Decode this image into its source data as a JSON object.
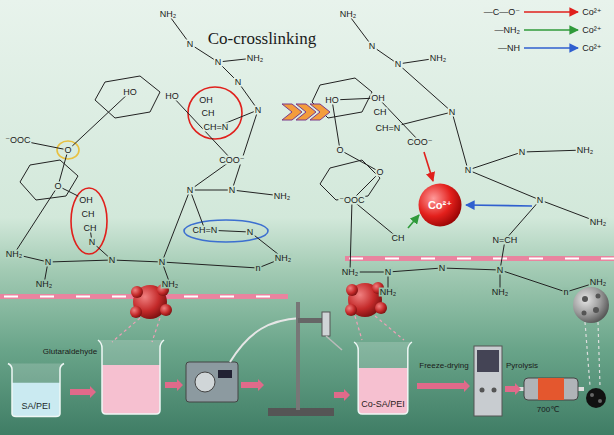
{
  "diagram": {
    "nodes": [
      {
        "text": [
          "Co²⁺"
        ]
      },
      {
        "text": [
          "SA/PEI"
        ]
      },
      {
        "text": [
          "Co-SA/PEI"
        ]
      }
    ],
    "labels": [
      "Co-crosslinking",
      "Co²⁺",
      "Co²⁺",
      "Co²⁺",
      "NH₂",
      "N",
      "N",
      "NH₂",
      "N",
      "HO",
      "HO",
      "OH",
      "CH",
      "CH=N",
      "N",
      "⁻OOC",
      "O",
      "COO⁻",
      "O",
      "OH",
      "CH",
      "CH",
      "N",
      "N",
      "N",
      "NH₂",
      "CH=N",
      "N",
      "NH₂",
      "N",
      "NH₂",
      "N",
      "N",
      "NH₂",
      "n",
      "NH₂",
      "NH₂",
      "N",
      "N",
      "NH₂",
      "HO",
      "OH",
      "CH",
      "CH=N",
      "N",
      "COO⁻",
      "O",
      "O",
      "⁻OOC",
      "CH",
      "N",
      "N",
      "NH₂",
      "N",
      "NH₂",
      "N=CH",
      "NH₂",
      "N",
      "NH₂",
      "N",
      "N",
      "NH₂",
      "n",
      "NH₂",
      "Glutaraldehyde",
      "Freeze-drying",
      "Pyrolysis",
      "700℃"
    ],
    "legend": [
      {
        "text": "—C—O⁻"
      },
      {
        "text": "—NH₂"
      },
      {
        "text": "—NH"
      }
    ]
  }
}
